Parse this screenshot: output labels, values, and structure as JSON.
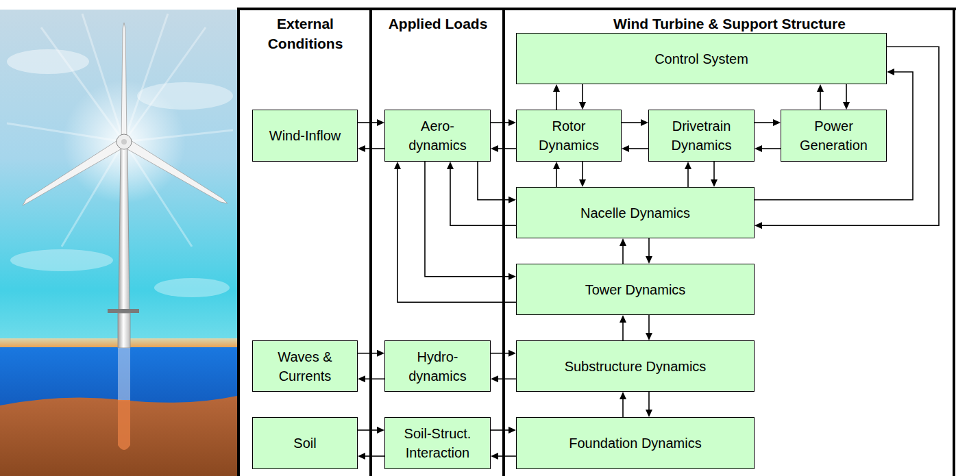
{
  "diagram": {
    "nodes": [
      {
        "text": [
          "Control System"
        ]
      },
      {
        "text": [
          "Wind-Inflow"
        ]
      },
      {
        "text": [
          "Aero- dynamics"
        ]
      },
      {
        "text": [
          "Rotor Dynamics"
        ]
      },
      {
        "text": [
          "Drivetrain Dynamics"
        ]
      },
      {
        "text": [
          "Power Generation"
        ]
      },
      {
        "text": [
          "Nacelle Dynamics"
        ]
      },
      {
        "text": [
          "Tower Dynamics"
        ]
      },
      {
        "text": [
          "Waves & Currents"
        ]
      },
      {
        "text": [
          "Hydro- dynamics"
        ]
      },
      {
        "text": [
          "Substructure Dynamics"
        ]
      },
      {
        "text": [
          "Soil"
        ]
      },
      {
        "text": [
          "Soil-Struct. Interaction"
        ]
      },
      {
        "text": [
          "Foundation Dynamics"
        ]
      }
    ],
    "edges": [
      {
        "from": 1,
        "to": 2,
        "arrow": "to"
      },
      {
        "from": 2,
        "to": 1,
        "arrow": "to"
      },
      {
        "from": 2,
        "to": 3,
        "arrow": "to"
      },
      {
        "from": 3,
        "to": 2,
        "arrow": "to"
      },
      {
        "from": 3,
        "to": 4,
        "arrow": "to"
      },
      {
        "from": 4,
        "to": 3,
        "arrow": "to"
      },
      {
        "from": 4,
        "to": 5,
        "arrow": "to"
      },
      {
        "from": 5,
        "to": 4,
        "arrow": "to"
      },
      {
        "from": 3,
        "to": 0,
        "arrow": "to"
      },
      {
        "from": 0,
        "to": 3,
        "arrow": "to"
      },
      {
        "from": 5,
        "to": 0,
        "arrow": "to"
      },
      {
        "from": 0,
        "to": 5,
        "arrow": "to"
      },
      {
        "from": 6,
        "to": 3,
        "arrow": "to"
      },
      {
        "from": 3,
        "to": 6,
        "arrow": "to"
      },
      {
        "from": 6,
        "to": 4,
        "arrow": "to"
      },
      {
        "from": 4,
        "to": 6,
        "arrow": "to"
      },
      {
        "from": 2,
        "to": 6,
        "arrow": "to"
      },
      {
        "from": 6,
        "to": 2,
        "arrow": "to"
      },
      {
        "from": 2,
        "to": 7,
        "arrow": "to"
      },
      {
        "from": 7,
        "to": 2,
        "arrow": "to"
      },
      {
        "from": 0,
        "to": 6,
        "arrow": "to"
      },
      {
        "from": 6,
        "to": 0,
        "arrow": "to"
      },
      {
        "from": 7,
        "to": 6,
        "arrow": "to"
      },
      {
        "from": 6,
        "to": 7,
        "arrow": "to"
      },
      {
        "from": 10,
        "to": 7,
        "arrow": "to"
      },
      {
        "from": 7,
        "to": 10,
        "arrow": "to"
      },
      {
        "from": 13,
        "to": 10,
        "arrow": "to"
      },
      {
        "from": 10,
        "to": 13,
        "arrow": "to"
      },
      {
        "from": 8,
        "to": 9,
        "arrow": "to"
      },
      {
        "from": 9,
        "to": 8,
        "arrow": "to"
      },
      {
        "from": 9,
        "to": 10,
        "arrow": "to"
      },
      {
        "from": 10,
        "to": 9,
        "arrow": "to"
      },
      {
        "from": 11,
        "to": 12,
        "arrow": "to"
      },
      {
        "from": 12,
        "to": 11,
        "arrow": "to"
      },
      {
        "from": 12,
        "to": 13,
        "arrow": "to"
      },
      {
        "from": 13,
        "to": 12,
        "arrow": "to"
      }
    ],
    "labels": [
      "External Conditions",
      "Applied Loads",
      "Wind Turbine & Support Structure"
    ]
  }
}
